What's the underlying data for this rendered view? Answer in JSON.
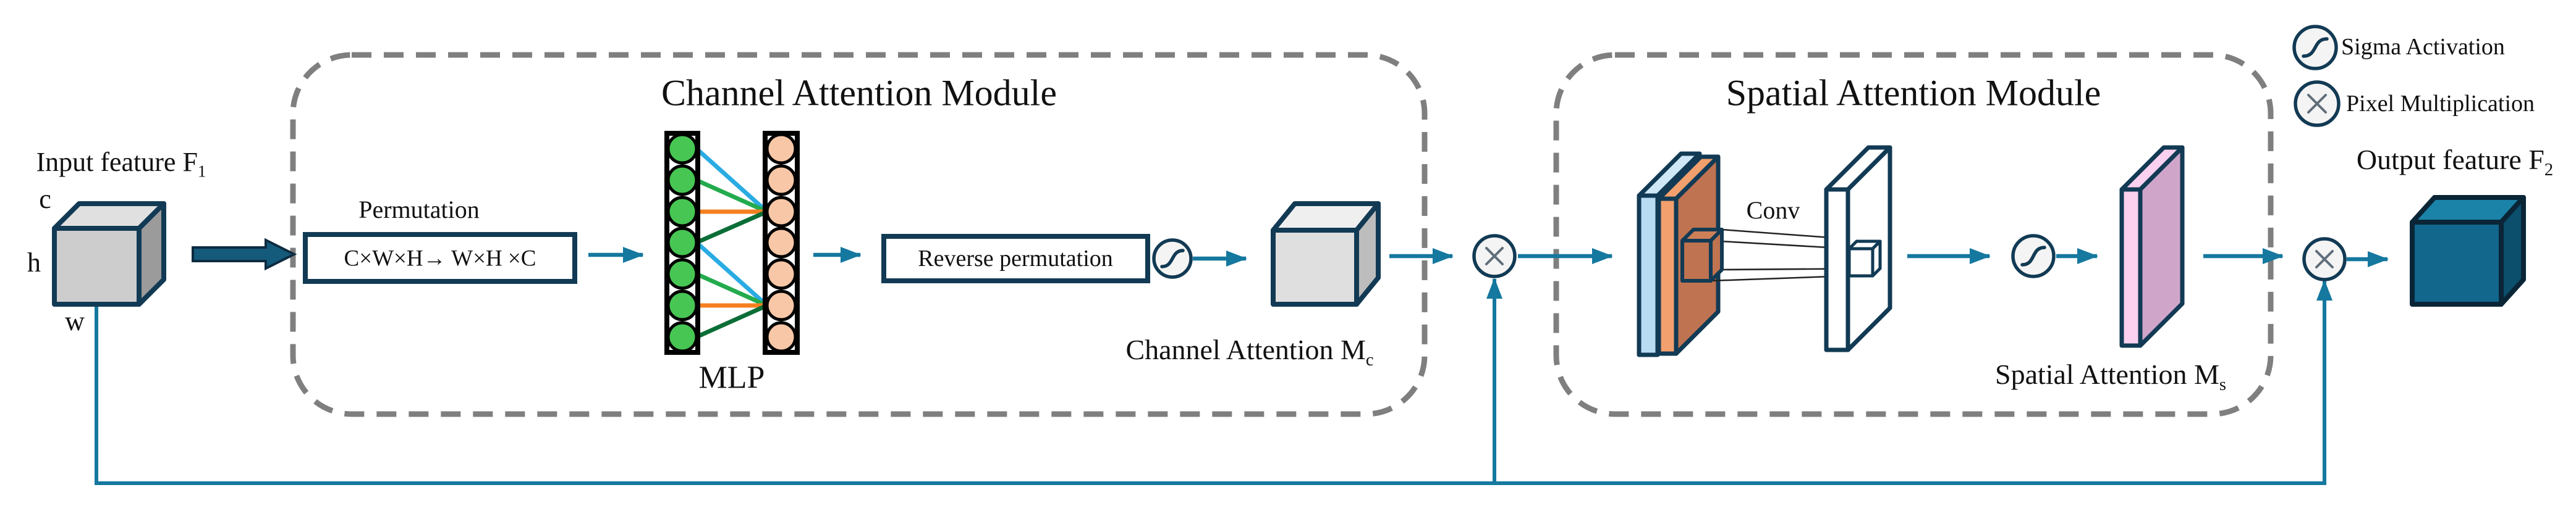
{
  "diagram": {
    "input": {
      "label_base": "Input feature F",
      "label_sub": "1",
      "dims": {
        "c": "c",
        "h": "h",
        "w": "w"
      }
    },
    "channel_module": {
      "title": "Channel Attention Module",
      "permutation_label": "Permutation",
      "permutation_formula": "C×W×H→ W×H ×C",
      "mlp_label": "MLP",
      "reverse_label": "Reverse permutation",
      "attention_label_base": "Channel Attention M",
      "attention_label_sub": "c"
    },
    "spatial_module": {
      "title": "Spatial Attention Module",
      "conv_label": "Conv",
      "attention_label_base": "Spatial Attention M",
      "attention_label_sub": "s"
    },
    "output": {
      "label_base": "Output feature F",
      "label_sub": "2"
    },
    "legend": [
      {
        "icon": "sigma-activation-icon",
        "label": "Sigma Activation"
      },
      {
        "icon": "pixel-multiplication-icon",
        "label": "Pixel Multiplication"
      }
    ],
    "mlp": {
      "input_nodes": 7,
      "output_nodes": 7,
      "input_node_color": "#47c653",
      "output_node_color": "#f7c7a7",
      "connection_colors": [
        "#2aabe2",
        "#23ab4e",
        "#f58020",
        "#0b6e36"
      ]
    },
    "colors": {
      "arrow_teal": "#15789f",
      "outline_navy": "#123a54",
      "dashed_gray": "#7f7f7f",
      "input_cube_front": "#cdcdcd",
      "channel_cube_front": "#dfdfdf",
      "output_cube_front": "#11678c",
      "pool_plate_blue": "#b8dcf2",
      "pool_plate_orange": "#f2a06e",
      "pool_plate_orange_side": "#bf7350",
      "spatial_plate_pink": "#fbd1ef",
      "spatial_plate_pink_side": "#cfa6ca"
    }
  }
}
